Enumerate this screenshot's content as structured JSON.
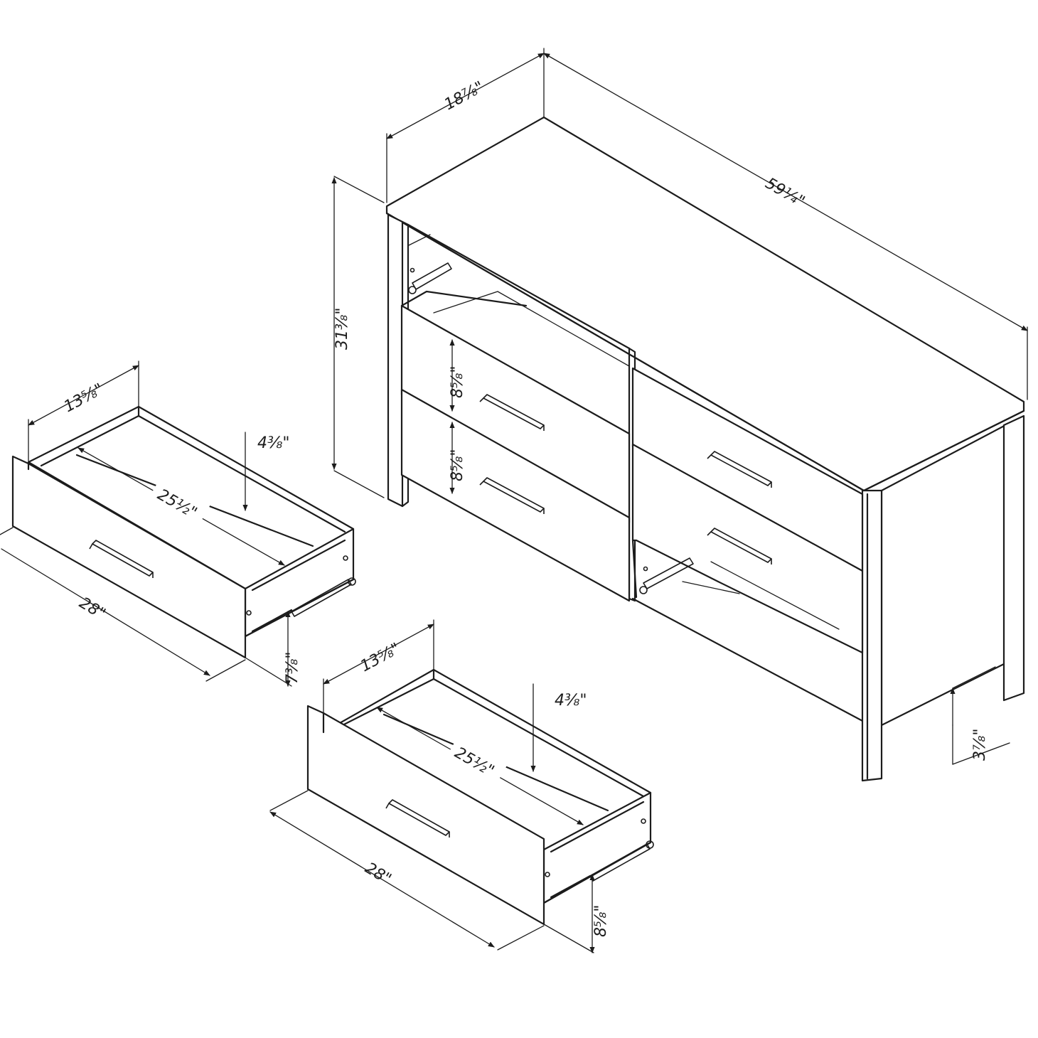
{
  "dresser": {
    "width": "59¼\"",
    "depth": "18⅞\"",
    "height": "31⅜\"",
    "drawer_height_upper": "8⅝\"",
    "drawer_height_lower": "8⅝\"",
    "leg_clearance": "3⅞\""
  },
  "drawer_a": {
    "front_width": "28\"",
    "depth": "13⅝\"",
    "inner_length": "25½\"",
    "inner_height": "4⅜\"",
    "front_height": "7⅜\""
  },
  "drawer_b": {
    "front_width": "28\"",
    "depth": "13⅝\"",
    "inner_length": "25½\"",
    "inner_height": "4⅜\"",
    "front_height": "8⅝\""
  },
  "colors": {
    "line": "#1c1c1c",
    "background": "#ffffff"
  }
}
